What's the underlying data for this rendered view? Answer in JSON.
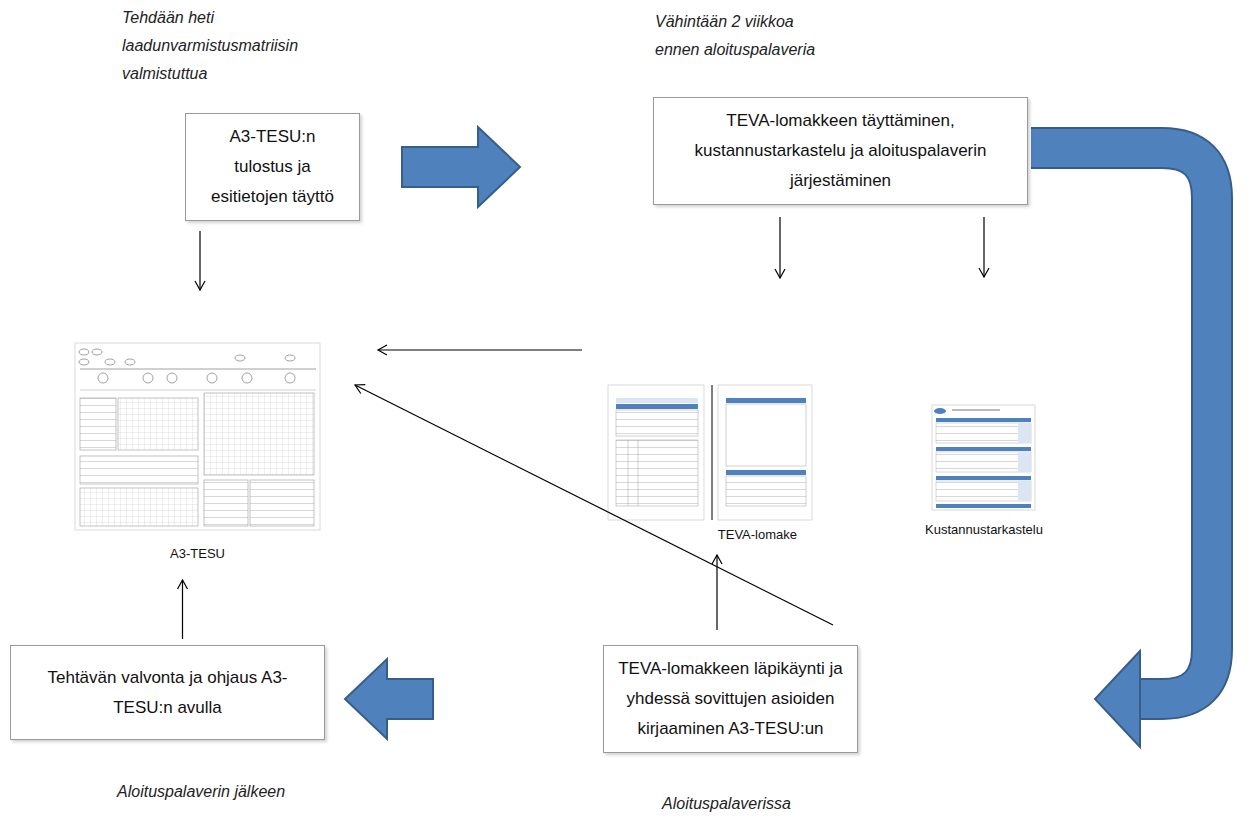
{
  "diagram": {
    "nodes": [
      {
        "text": [
          "A3-TESU:n tulostus ja esitietojen täyttö"
        ]
      },
      {
        "text": [
          "TEVA-lomakkeen täyttäminen, kustannustarkastelu ja aloituspalaverin järjestäminen"
        ]
      },
      {
        "text": [
          "A3-TESU"
        ]
      },
      {
        "text": [
          "TEVA-lomake"
        ]
      },
      {
        "text": [
          "Kustannustarkastelu"
        ]
      },
      {
        "text": [
          "TEVA-lomakkeen läpikäynti ja yhdessä sovittujen asioiden kirjaaminen A3-TESU:un"
        ]
      },
      {
        "text": [
          "Tehtävän valvonta ja ohjaus A3-TESU:n avulla"
        ]
      }
    ],
    "edges": [
      {
        "from": 0,
        "to": 1,
        "arrow": "to"
      },
      {
        "from": 0,
        "to": 2,
        "arrow": "to"
      },
      {
        "from": 1,
        "to": 3,
        "arrow": "to"
      },
      {
        "from": 1,
        "to": 4,
        "arrow": "to"
      },
      {
        "from": 1,
        "to": 5,
        "arrow": "to"
      },
      {
        "from": 3,
        "to": 2,
        "arrow": "to"
      },
      {
        "from": 5,
        "to": 2,
        "arrow": "to"
      },
      {
        "from": 5,
        "to": 3,
        "arrow": "to"
      },
      {
        "from": 5,
        "to": 6,
        "arrow": "to"
      },
      {
        "from": 6,
        "to": 2,
        "arrow": "to"
      }
    ],
    "labels": [
      "Tehdään heti laadunvarmistusmatriisin valmistuttua",
      "Vähintään 2 viikkoa ennen aloituspalaveria",
      "Aloituspalaverin jälkeen",
      "Aloituspalaverissa"
    ]
  }
}
